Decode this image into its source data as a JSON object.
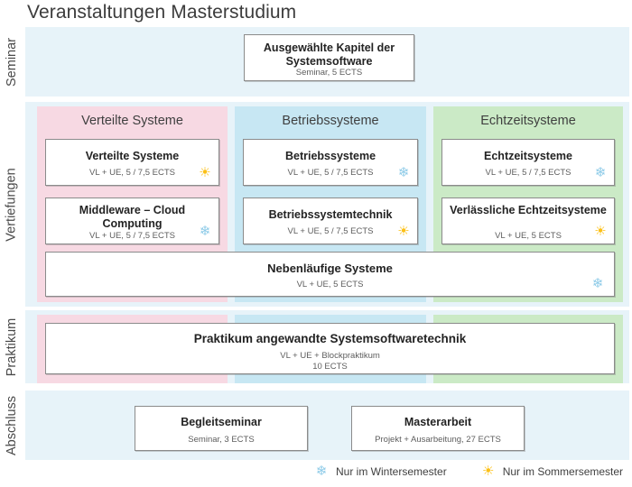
{
  "title": "Veranstaltungen Masterstudium",
  "rows": [
    {
      "label": "Seminar"
    },
    {
      "label": "Vertiefungen"
    },
    {
      "label": "Praktikum"
    },
    {
      "label": "Abschluss"
    }
  ],
  "colors": {
    "band": "#e7f3f9",
    "col_verteilte": "#f7d9e3",
    "col_betriebs": "#c7e7f3",
    "col_echtzeit": "#cbeac6",
    "card_border": "#8b8b8b",
    "winter_icon": "#8ecbe8",
    "summer_icon": "#fcc016"
  },
  "columns": [
    {
      "heading": "Verteilte Systeme"
    },
    {
      "heading": "Betriebssysteme"
    },
    {
      "heading": "Echtzeitsysteme"
    }
  ],
  "seminar": {
    "card": {
      "title": "Ausgewählte Kapitel der Systemsoftware",
      "subtitle": "Seminar, 5 ECTS",
      "season": ""
    }
  },
  "vertiefungen": {
    "verteilte": [
      {
        "title": "Verteilte Systeme",
        "subtitle": "VL + UE, 5 / 7,5 ECTS",
        "season": "summer",
        "season_icon": "sun-icon"
      },
      {
        "title": "Middleware – Cloud Computing",
        "subtitle": "VL + UE, 5 / 7,5 ECTS",
        "season": "winter",
        "season_icon": "snowflake-icon"
      }
    ],
    "betriebs": [
      {
        "title": "Betriebssysteme",
        "subtitle": "VL + UE, 5 / 7,5 ECTS",
        "season": "winter",
        "season_icon": "snowflake-icon"
      },
      {
        "title": "Betriebssystemtechnik",
        "subtitle": "VL + UE, 5 / 7,5 ECTS",
        "season": "summer",
        "season_icon": "sun-icon"
      }
    ],
    "echtzeit": [
      {
        "title": "Echtzeitsysteme",
        "subtitle": "VL + UE, 5 / 7,5 ECTS",
        "season": "winter",
        "season_icon": "snowflake-icon"
      },
      {
        "title": "Verlässliche Echtzeitsysteme",
        "subtitle": "VL + UE, 5 ECTS",
        "season": "summer",
        "season_icon": "sun-icon"
      }
    ],
    "wide": {
      "title": "Nebenläufige Systeme",
      "subtitle": "VL + UE, 5 ECTS",
      "season": "winter",
      "season_icon": "snowflake-icon"
    }
  },
  "praktikum": {
    "card": {
      "title": "Praktikum angewandte Systemsoftwaretechnik",
      "subtitle": "VL + UE + Blockpraktikum 10 ECTS",
      "subtitle_line1": "VL + UE + Blockpraktikum",
      "subtitle_line2": "10 ECTS"
    }
  },
  "abschluss": [
    {
      "title": "Begleitseminar",
      "subtitle": "Seminar, 3 ECTS"
    },
    {
      "title": "Masterarbeit",
      "subtitle": "Projekt + Ausarbeitung, 27 ECTS"
    }
  ],
  "legend": [
    {
      "icon": "snowflake-icon",
      "label": "Nur im Wintersemester"
    },
    {
      "icon": "sun-icon",
      "label": "Nur im Sommersemester"
    }
  ]
}
